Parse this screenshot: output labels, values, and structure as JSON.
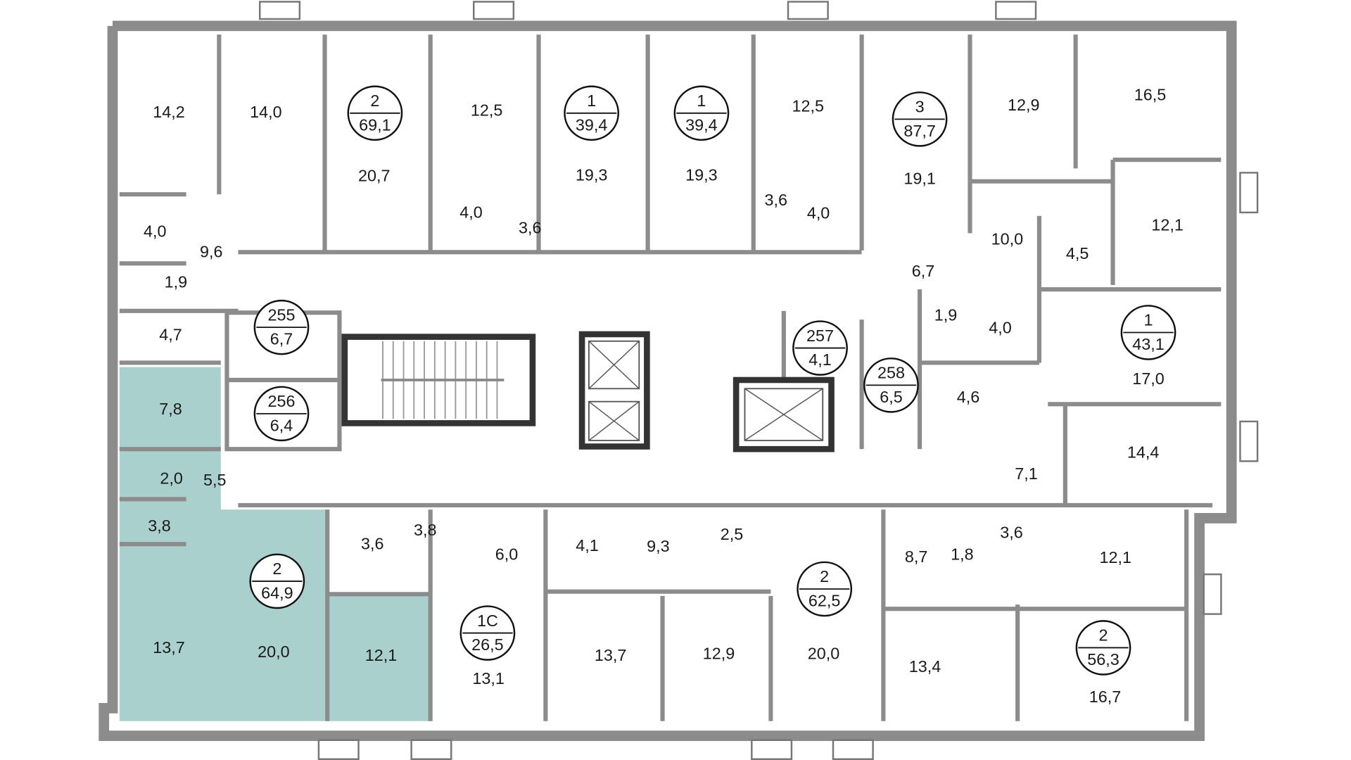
{
  "colors": {
    "highlight": "#a9d0cd",
    "wall": "#8c8c8c",
    "core": "#333333"
  },
  "apartments": [
    {
      "rooms": "2",
      "area": "69,1"
    },
    {
      "rooms": "1",
      "area": "39,4"
    },
    {
      "rooms": "1",
      "area": "39,4"
    },
    {
      "rooms": "3",
      "area": "87,7"
    },
    {
      "rooms": "1",
      "area": "43,1"
    },
    {
      "rooms": "2",
      "area": "64,9",
      "highlighted": true
    },
    {
      "rooms": "1С",
      "area": "26,5"
    },
    {
      "rooms": "2",
      "area": "62,5"
    },
    {
      "rooms": "2",
      "area": "56,3"
    }
  ],
  "storage_units": [
    {
      "number": "255",
      "area": "6,7"
    },
    {
      "number": "256",
      "area": "6,4"
    },
    {
      "number": "257",
      "area": "4,1"
    },
    {
      "number": "258",
      "area": "6,5"
    }
  ],
  "room_areas": [
    "14,2",
    "14,0",
    "20,7",
    "12,5",
    "19,3",
    "19,3",
    "12,5",
    "19,1",
    "12,9",
    "16,5",
    "12,1",
    "10,0",
    "4,5",
    "6,7",
    "4,0",
    "9,6",
    "1,9",
    "4,7",
    "4,0",
    "3,6",
    "3,6",
    "4,0",
    "1,9",
    "4,0",
    "17,0",
    "4,6",
    "14,4",
    "7,1",
    "7,8",
    "2,0",
    "5,5",
    "3,8",
    "3,6",
    "3,8",
    "6,0",
    "4,1",
    "9,3",
    "2,5",
    "8,7",
    "1,8",
    "3,6",
    "12,1",
    "13,7",
    "20,0",
    "12,1",
    "13,1",
    "13,7",
    "12,9",
    "20,0",
    "13,4",
    "16,7"
  ]
}
